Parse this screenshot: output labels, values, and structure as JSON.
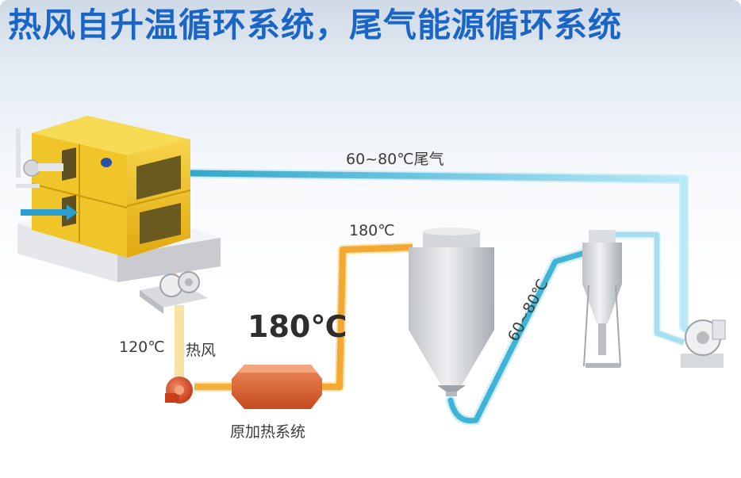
{
  "title": "热风自升温循环系统，尾气能源循环系统",
  "labels": {
    "exhaust_temp": "60~80℃尾气",
    "outlet_temp": "180℃",
    "heater_temp_big": "180℃",
    "hot_air_temp": "120℃",
    "hot_air": "热风",
    "original_heating": "原加热系统",
    "return_temp": "60~80℃"
  },
  "colors": {
    "title": "#1a66c8",
    "hot_pipe": "#f5b13a",
    "cool_pipe": "#8fd6ec",
    "machine_yellow": "#f0c21f",
    "heater": "#d8572a"
  },
  "icons": {
    "dryer": "dryer-icon",
    "fan": "fan-icon",
    "heater": "heater-icon",
    "cyclone": "cyclone-icon"
  }
}
